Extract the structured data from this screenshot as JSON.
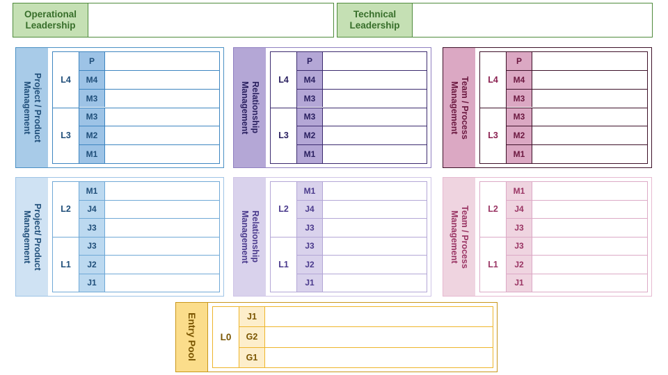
{
  "header": {
    "groups": [
      {
        "label": "Operational\nLeadership"
      },
      {
        "label": "Technical\nLeadership"
      }
    ]
  },
  "tracks": [
    {
      "id": "pm-senior",
      "name": "Project / Product\nManagement",
      "theme": "blue",
      "levels": [
        {
          "name": "L4",
          "rungs": [
            "P",
            "M4",
            "M3"
          ]
        },
        {
          "name": "L3",
          "rungs": [
            "M3",
            "M2",
            "M1"
          ]
        }
      ]
    },
    {
      "id": "rm-senior",
      "name": "Relationship\nManagement",
      "theme": "purple",
      "levels": [
        {
          "name": "L4",
          "rungs": [
            "P",
            "M4",
            "M3"
          ]
        },
        {
          "name": "L3",
          "rungs": [
            "M3",
            "M2",
            "M1"
          ]
        }
      ]
    },
    {
      "id": "tpm-senior",
      "name": "Team / Process\nManagement",
      "theme": "pink",
      "levels": [
        {
          "name": "L4",
          "rungs": [
            "P",
            "M4",
            "M3"
          ]
        },
        {
          "name": "L3",
          "rungs": [
            "M3",
            "M2",
            "M1"
          ]
        }
      ]
    },
    {
      "id": "pm-junior",
      "name": "Project/ Product\nManagement",
      "theme": "blue-light",
      "levels": [
        {
          "name": "L2",
          "rungs": [
            "M1",
            "J4",
            "J3"
          ]
        },
        {
          "name": "L1",
          "rungs": [
            "J3",
            "J2",
            "J1"
          ]
        }
      ]
    },
    {
      "id": "rm-junior",
      "name": "Relationship\nManagement",
      "theme": "purple-light",
      "levels": [
        {
          "name": "L2",
          "rungs": [
            "M1",
            "J4",
            "J3"
          ]
        },
        {
          "name": "L1",
          "rungs": [
            "J3",
            "J2",
            "J1"
          ]
        }
      ]
    },
    {
      "id": "tpm-junior",
      "name": "Team / Process\nManagement",
      "theme": "pink-light",
      "levels": [
        {
          "name": "L2",
          "rungs": [
            "M1",
            "J4",
            "J3"
          ]
        },
        {
          "name": "L1",
          "rungs": [
            "J3",
            "J2",
            "J1"
          ]
        }
      ]
    },
    {
      "id": "entry-pool",
      "name": "Entry Pool",
      "theme": "gold",
      "levels": [
        {
          "name": "L0",
          "rungs": [
            "J1",
            "G2",
            "G1"
          ]
        }
      ]
    }
  ],
  "colors": {
    "leadership_fill": "#c5e0b4",
    "leadership_border": "#4e8a3b",
    "leadership_text": "#376e2a",
    "blue": "#9dc3e6",
    "purple": "#b4a7d6",
    "pink": "#dba8c3",
    "blue_light": "#cfe2f3",
    "purple_light": "#d9d2ec",
    "pink_light": "#efd4e0",
    "gold": "#fbdd8b"
  }
}
